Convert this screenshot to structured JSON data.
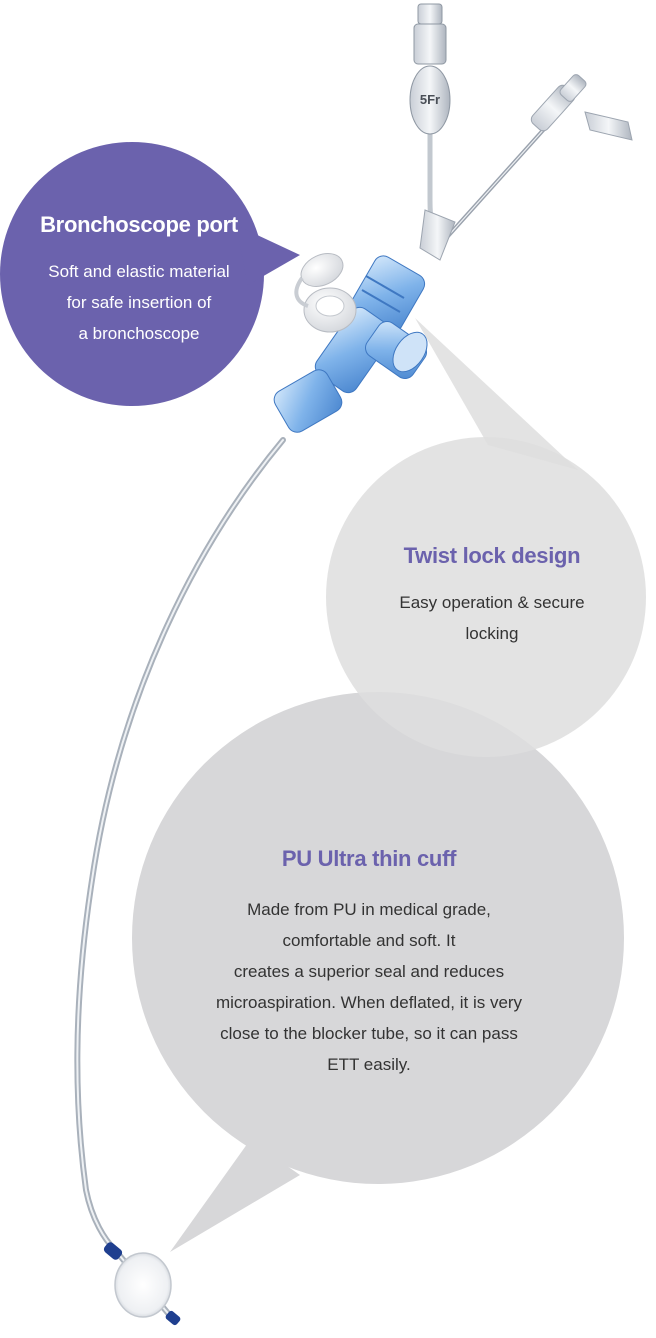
{
  "callouts": {
    "bronchoscope_port": {
      "title": "Bronchoscope port",
      "description": "Soft and elastic material\nfor safe insertion of\na bronchoscope"
    },
    "twist_lock": {
      "title": "Twist lock design",
      "description": "Easy operation & secure\nlocking"
    },
    "cuff": {
      "title": "PU Ultra thin cuff",
      "description": "Made from PU in medical grade,\ncomfortable and soft. It\ncreates a superior seal and reduces\nmicroaspiration. When deflated, it is very\nclose to the blocker tube, so it can pass\nETT easily."
    }
  },
  "device": {
    "pilot_balloon_label": "5Fr"
  },
  "colors": {
    "purple_bubble": "#6b62ad",
    "gray_bubble": "#d9d9da",
    "blue_connector": "#6fa7e4",
    "tube": "#bfc6cf",
    "cuff_marker": "#1f3f8f"
  }
}
